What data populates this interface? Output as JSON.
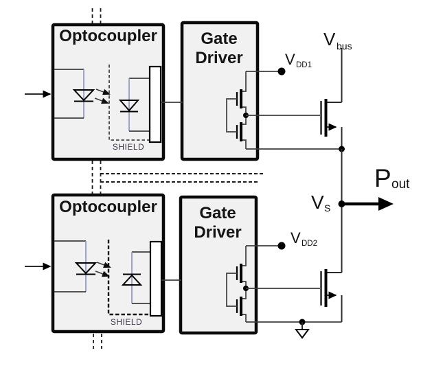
{
  "diagram_type": "isolated half-bridge gate drive schematic",
  "blocks": {
    "optocoupler_top": {
      "title": "Optocoupler",
      "shield": "SHIELD"
    },
    "gate_driver_top": {
      "title_1": "Gate",
      "title_2": "Driver"
    },
    "optocoupler_bottom": {
      "title": "Optocoupler",
      "shield": "SHIELD"
    },
    "gate_driver_bottom": {
      "title_1": "Gate",
      "title_2": "Driver"
    }
  },
  "nets": {
    "vdd1": {
      "base": "V",
      "sub": "DD1"
    },
    "vdd2": {
      "base": "V",
      "sub": "DD2"
    },
    "vbus": {
      "base": "V",
      "sub": "bus"
    },
    "vs": {
      "base": "V",
      "sub": "S"
    },
    "pout": {
      "base": "P",
      "sub": "out"
    }
  },
  "colors": {
    "block_fill": "#f1f1f1",
    "block_border": "#0a0a0a",
    "wire": "#3d3d3d",
    "diode_lead_blue": "#8892c2",
    "shield_text": "#3f3549",
    "background": "#ffffff"
  }
}
